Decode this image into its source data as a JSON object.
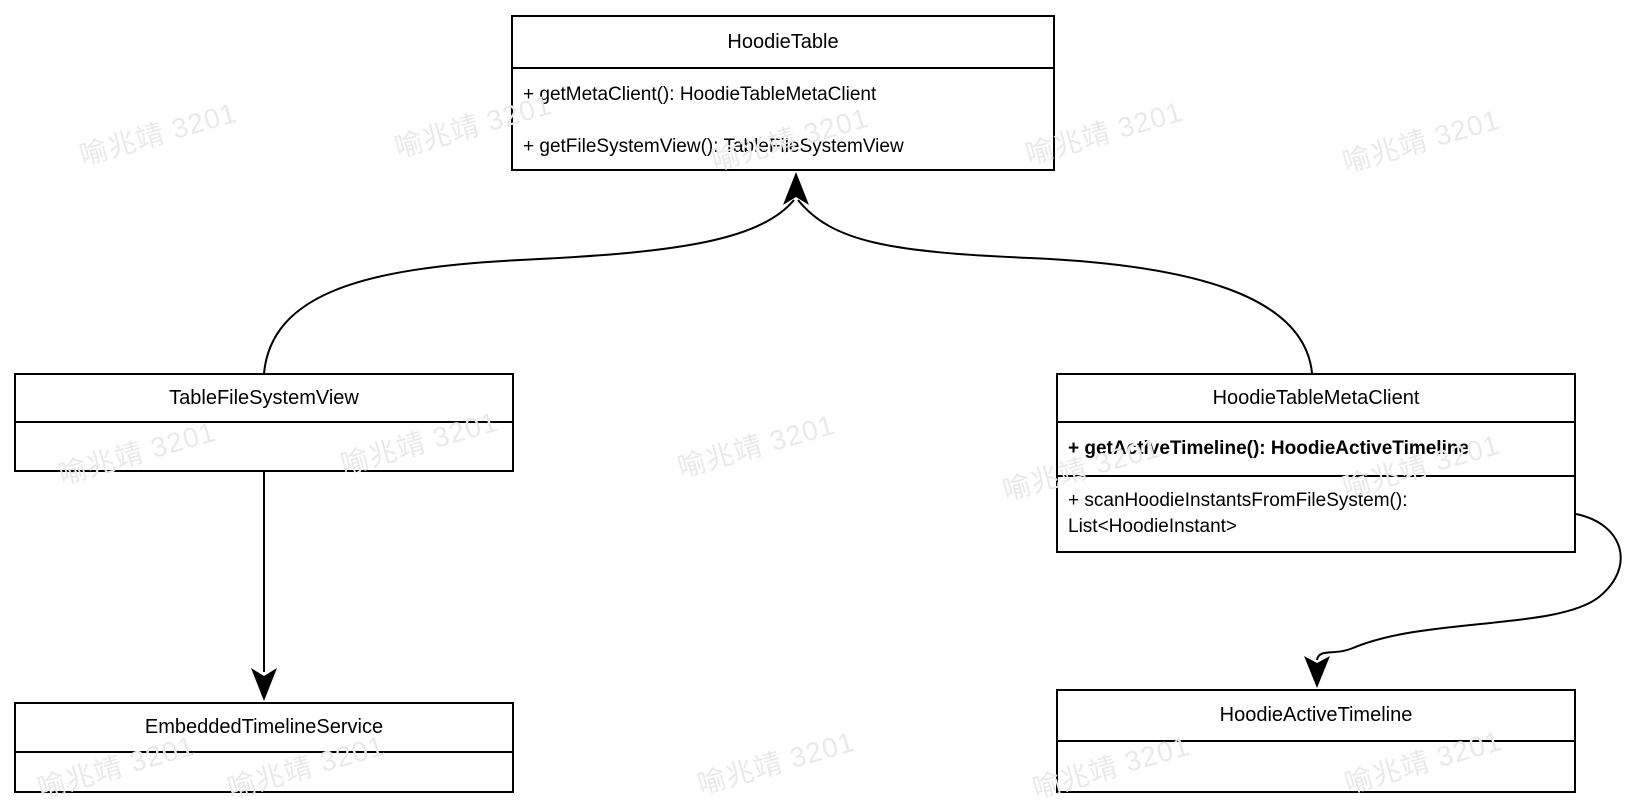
{
  "diagram": {
    "background": "#ffffff",
    "stroke_color": "#000000",
    "text_color": "#000000",
    "watermark": {
      "text": "喻兆靖 3201",
      "color": "#e9e9e9"
    },
    "classes": {
      "hoodie_table": {
        "title": "HoodieTable",
        "method_1": "+ getMetaClient(): HoodieTableMetaClient",
        "method_2": "+ getFileSystemView(): TableFileSystemView"
      },
      "table_file_system_view": {
        "title": "TableFileSystemView"
      },
      "hoodie_table_meta_client": {
        "title": "HoodieTableMetaClient",
        "method_1": "+ getActiveTimeline(): HoodieActiveTimeline",
        "method_2": "+ scanHoodieInstantsFromFileSystem(): List<HoodieInstant>"
      },
      "embedded_timeline_service": {
        "title": "EmbeddedTimelineService"
      },
      "hoodie_active_timeline": {
        "title": "HoodieActiveTimeline"
      }
    },
    "relations": {
      "left_to_hoodie_table": "TableFileSystemView -> HoodieTable",
      "right_to_hoodie_table": "HoodieTableMetaClient -> HoodieTable",
      "view_to_embedded_service": "TableFileSystemView -> EmbeddedTimelineService",
      "meta_client_to_active_timeline": "HoodieTableMetaClient -> HoodieActiveTimeline"
    }
  }
}
